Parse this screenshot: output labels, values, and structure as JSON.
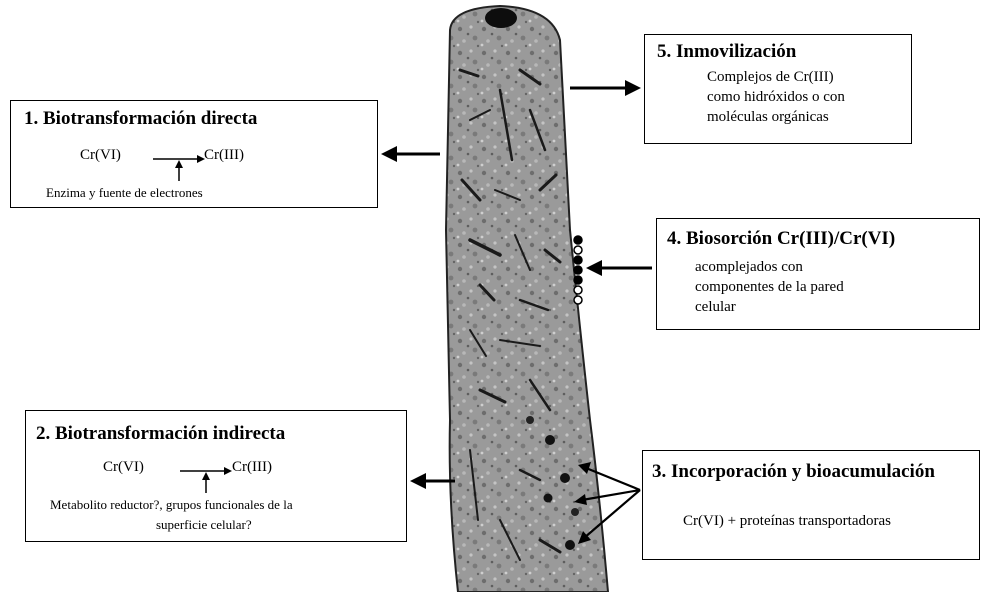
{
  "box1": {
    "title": "1. Biotransformación directa",
    "left": "Cr(VI)",
    "right": "Cr(III)",
    "note": "Enzima y  fuente de electrones"
  },
  "box2": {
    "title": "2. Biotransformación indirecta",
    "left": "Cr(VI)",
    "right": "Cr(III)",
    "note_line1": "Metabolito reductor?, grupos funcionales de la",
    "note_line2": "superficie celular?"
  },
  "box3": {
    "title": "3. Incorporación y bioacumulación",
    "body": "Cr(VI) + proteínas  transportadoras"
  },
  "box4": {
    "title": "4. Biosorción Cr(III)/Cr(VI)",
    "line1": "acomplejados con",
    "line2": "componentes de la pared",
    "line3": "celular"
  },
  "box5": {
    "title": "5. Inmovilización",
    "line1": "Complejos de Cr(III)",
    "line2": "como hidróxidos o con",
    "line3": "moléculas orgánicas"
  }
}
